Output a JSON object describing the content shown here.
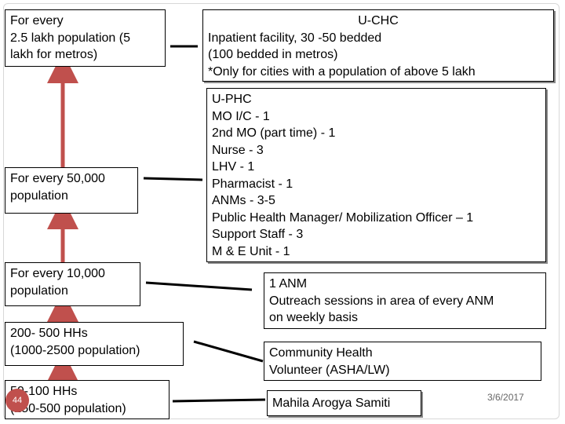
{
  "left_boxes": [
    {
      "lines": [
        "For every",
        "2.5 lakh population (5",
        "lakh for metros)"
      ]
    },
    {
      "lines": [
        "For every 50,000",
        "population"
      ]
    },
    {
      "lines": [
        "For every 10,000",
        "population"
      ]
    },
    {
      "lines": [
        "200- 500 HHs",
        "(1000-2500 population)"
      ]
    },
    {
      "lines": [
        "50-100 HHs",
        "(250-500 population)"
      ]
    }
  ],
  "right_boxes": [
    {
      "title": "U-CHC",
      "lines": [
        "Inpatient facility, 30 -50 bedded",
        "(100 bedded in metros)",
        "*Only for cities with a population of above 5 lakh"
      ]
    },
    {
      "lines": [
        "U-PHC",
        "MO I/C - 1",
        "2nd MO (part time) - 1",
        "Nurse - 3",
        "LHV - 1",
        "Pharmacist - 1",
        "ANMs - 3-5",
        "Public Health Manager/ Mobilization Officer – 1",
        "Support Staff - 3",
        "M & E Unit - 1"
      ]
    },
    {
      "lines": [
        "1 ANM",
        "Outreach sessions in area of every ANM",
        "on weekly basis"
      ]
    },
    {
      "lines": [
        "Community Health",
        "Volunteer (ASHA/LW)"
      ]
    },
    {
      "lines": [
        "Mahila Arogya Samiti"
      ]
    }
  ],
  "footer": {
    "slide_number": "44",
    "date": "3/6/2017"
  },
  "colors": {
    "arrow": "#c0504d",
    "connector": "#000000",
    "badge": "#c0504d"
  }
}
